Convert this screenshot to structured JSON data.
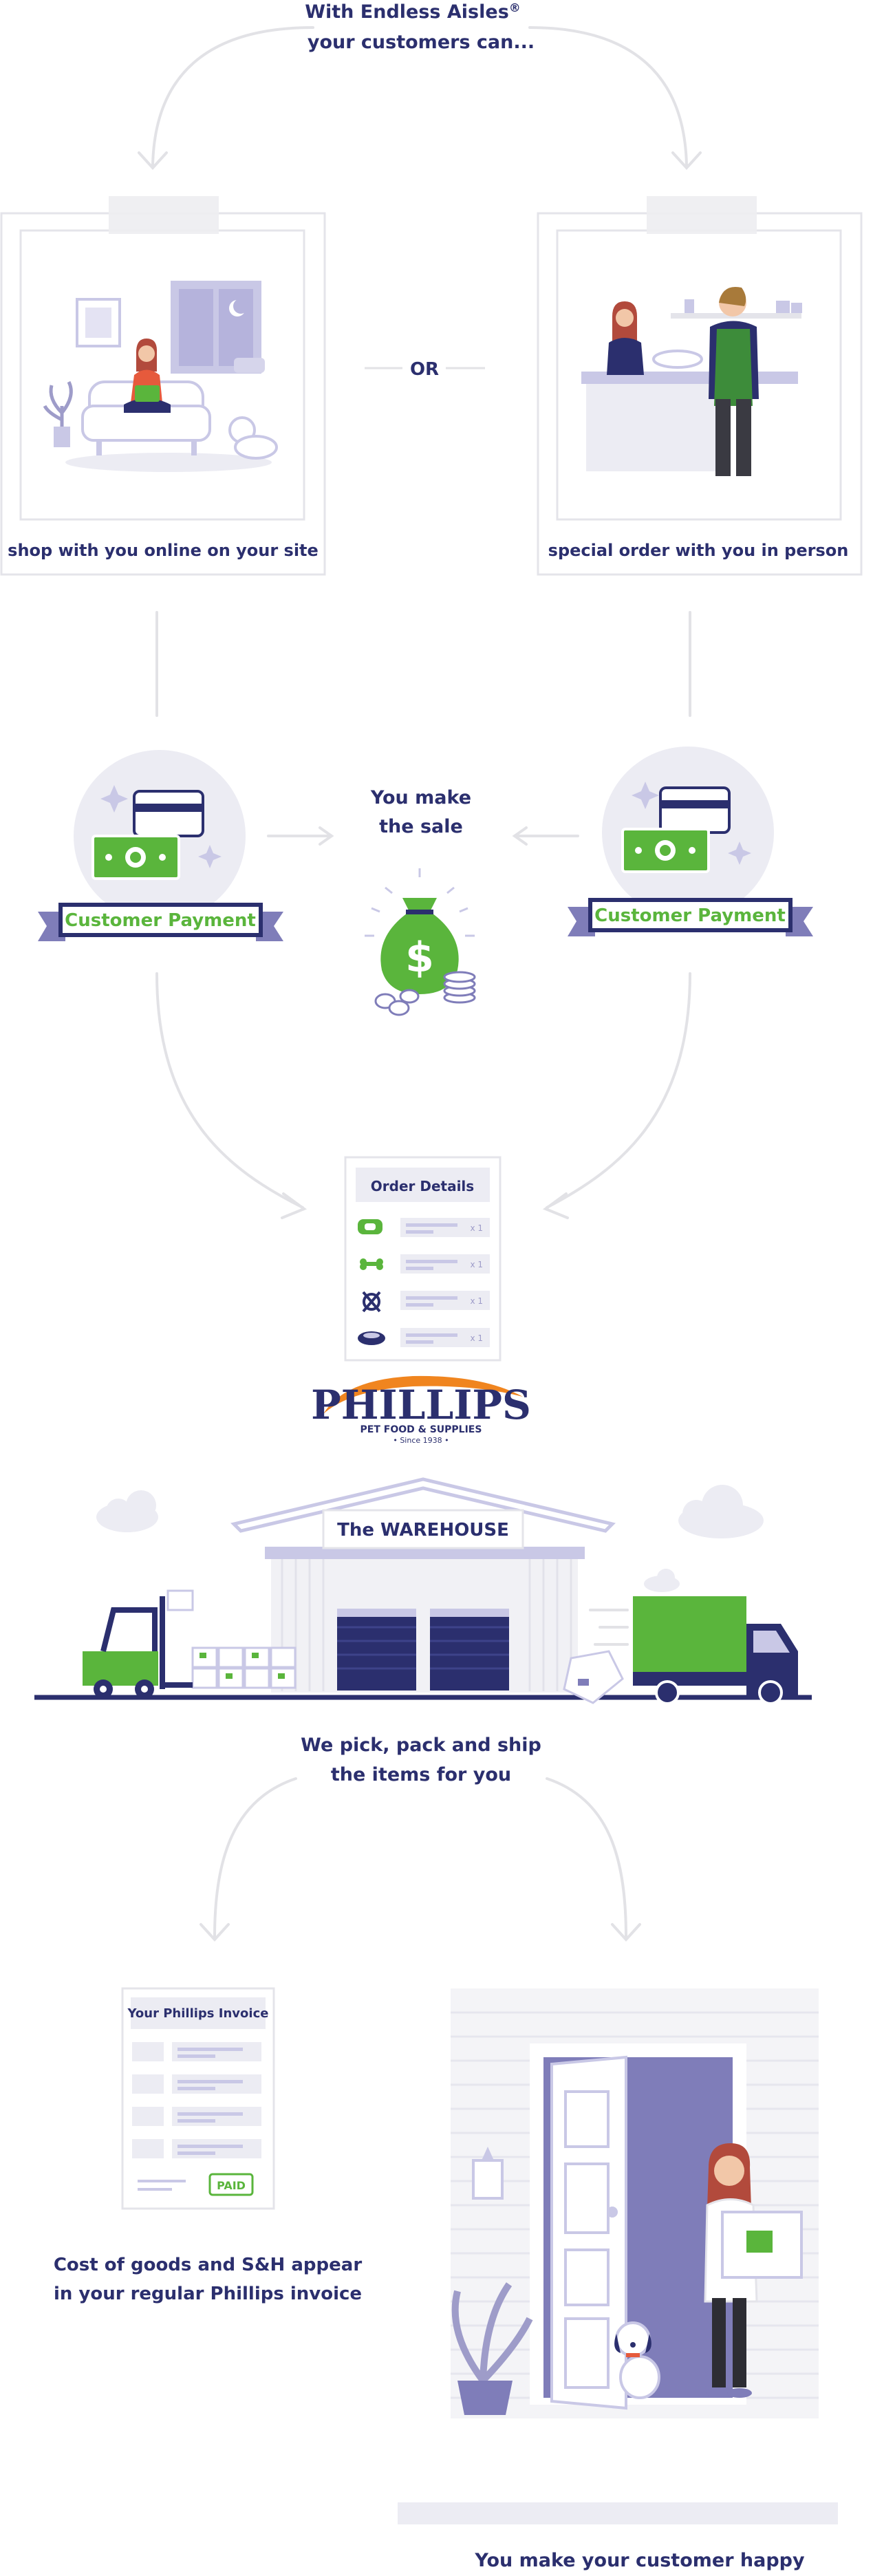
{
  "intro": {
    "line1": "With Endless Aisles",
    "trademark": "®",
    "line2": "your customers can..."
  },
  "channels": {
    "online_caption": "shop with you online on your site",
    "or_label": "OR",
    "in_person_caption": "special order with you in person"
  },
  "payment": {
    "left_banner": "Customer Payment",
    "right_banner": "Customer Payment",
    "sale_line1": "You make",
    "sale_line2": "the sale"
  },
  "order": {
    "title": "Order Details",
    "items": [
      {
        "icon": "pet-collar-icon",
        "qty": "x 1"
      },
      {
        "icon": "dog-bone-icon",
        "qty": "x 1"
      },
      {
        "icon": "pet-toy-icon",
        "qty": "x 1"
      },
      {
        "icon": "pet-bowl-icon",
        "qty": "x 1"
      }
    ]
  },
  "brand": {
    "name": "PHILLIPS",
    "tagline": "PET FOOD & SUPPLIES",
    "since": "• Since 1938 •"
  },
  "warehouse": {
    "sign": "The WAREHOUSE",
    "caption_line1": "We pick, pack and ship",
    "caption_line2": "the items for you"
  },
  "invoice": {
    "title": "Your Phillips Invoice",
    "stamp": "PAID",
    "caption_line1": "Cost of goods and S&H appear",
    "caption_line2": "in your regular Phillips invoice"
  },
  "delivery": {
    "caption": "You make your customer happy"
  },
  "colors": {
    "navy": "#2b2f6e",
    "green": "#5ab53c",
    "lavender": "#c9c8e6",
    "light_gray": "#e4e4ea",
    "orange": "#f0851f"
  }
}
